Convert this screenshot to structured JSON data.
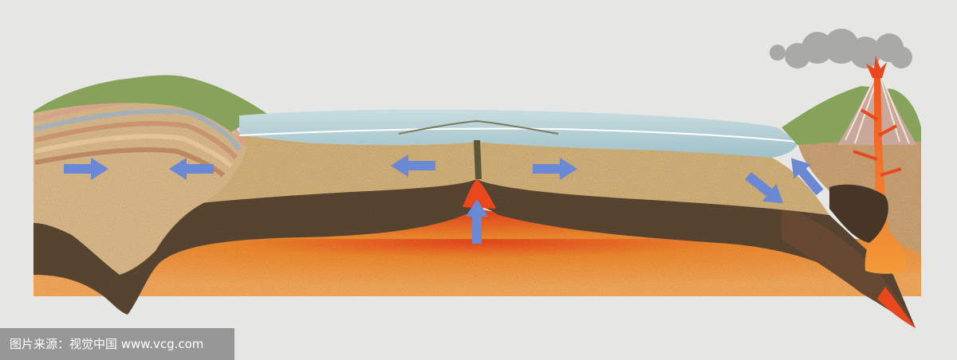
{
  "watermark": {
    "text": "图片来源：视觉中国 www.vcg.com"
  },
  "colors": {
    "background": "#e6e7e5",
    "crust": "#d2b179",
    "lithosphere": "#5a4632",
    "asthenosphere": "#ef8a2f",
    "magma": "#e9481c",
    "ocean": "#a7c7cf",
    "hills": "#87a25a",
    "strata_pink": "#d9a08f",
    "strata_blue": "#9fb0c2",
    "arrow": "#6a88d4",
    "ash": "#9a9a9a"
  },
  "arrows": [
    {
      "name": "arrow-continent-right",
      "direction": "right"
    },
    {
      "name": "arrow-continent-left",
      "direction": "left"
    },
    {
      "name": "arrow-ridge-left",
      "direction": "left"
    },
    {
      "name": "arrow-ridge-right",
      "direction": "right"
    },
    {
      "name": "arrow-rising-magma",
      "direction": "up"
    },
    {
      "name": "arrow-subducting-plate",
      "direction": "down-right"
    },
    {
      "name": "arrow-overriding-plate",
      "direction": "up-left"
    }
  ]
}
